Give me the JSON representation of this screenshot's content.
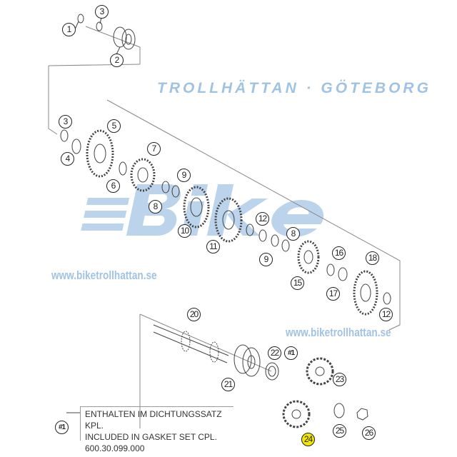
{
  "watermark": {
    "brand": "Bike",
    "subtitle": "TROLLHÄTTAN · GÖTEBORG",
    "url_left": "www.biketrollhattan.se",
    "url_right": "www.biketrollhattan.se",
    "color": "#78aad7"
  },
  "callouts": {
    "c1": "1",
    "c3a": "3",
    "c2": "2",
    "c3b": "3",
    "c5": "5",
    "c4": "4",
    "c7": "7",
    "c6": "6",
    "c9a": "9",
    "c8a": "8",
    "c10": "10",
    "c11": "11",
    "c12a": "12",
    "c8b": "8",
    "c9b": "9",
    "c16": "16",
    "c18": "18",
    "c15": "15",
    "c17": "17",
    "c12b": "12",
    "c20": "20",
    "c22": "22",
    "h1a": "#1",
    "c21": "21",
    "c23": "23",
    "h1b": "#1",
    "c24": "24",
    "c25": "25",
    "c26": "26"
  },
  "highlight_color": "#f2e600",
  "note": {
    "line1": "ENTHALTEN IM DICHTUNGSSATZ KPL.",
    "line2": "INCLUDED IN GASKET SET CPL.",
    "line3": "600.30.099.000"
  }
}
